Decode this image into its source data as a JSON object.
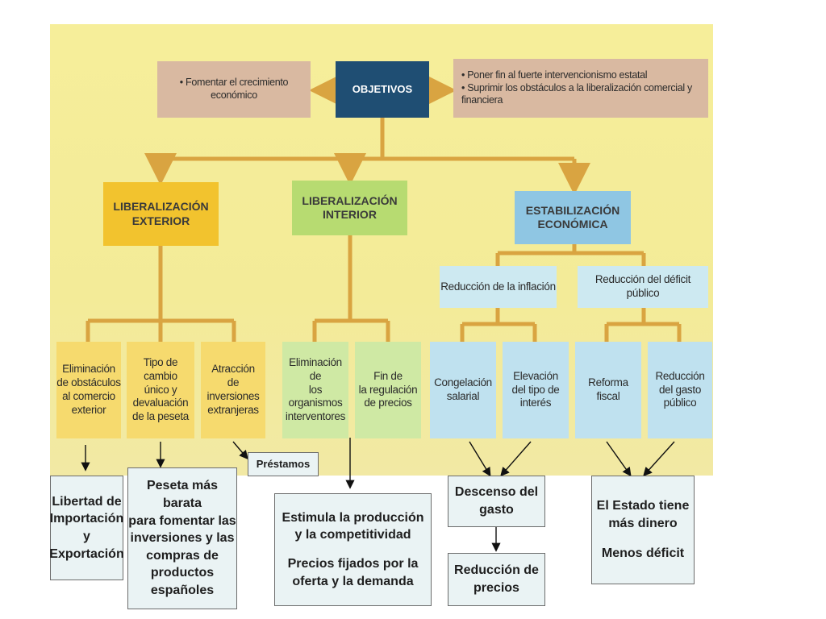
{
  "objetivos": {
    "title": "OBJETIVOS",
    "left_goal": "• Fomentar el crecimiento económico",
    "right_goals": [
      "• Poner fin al fuerte intervencionismo estatal",
      "• Suprimir los obstáculos a la liberalización comercial y financiera"
    ]
  },
  "categories": {
    "exterior": [
      "LIBERALIZACIÓN",
      "EXTERIOR"
    ],
    "interior": [
      "LIBERALIZACIÓN",
      "INTERIOR"
    ],
    "estabilizacion": [
      "ESTABILIZACIÓN",
      "ECONÓMICA"
    ]
  },
  "subcategories": {
    "inflacion": "Reducción de la inflación",
    "deficit": "Reducción del déficit público"
  },
  "leaves": {
    "obstaculos": [
      "Eliminación",
      "de obstáculos",
      "al comercio",
      "exterior"
    ],
    "tipo_cambio": [
      "Tipo de cambio",
      "único y",
      "devaluación",
      "de la peseta"
    ],
    "inversiones": [
      "Atracción",
      "de inversiones",
      "extranjeras"
    ],
    "organismos": [
      "Eliminación de",
      "los organismos",
      "interventores"
    ],
    "regulacion": [
      "Fin de",
      "la regulación",
      "de precios"
    ],
    "congelacion": [
      "Congelación",
      "salarial"
    ],
    "interes": [
      "Elevación",
      "del tipo de",
      "interés"
    ],
    "reforma": [
      "Reforma",
      "fiscal"
    ],
    "gasto_publico": [
      "Reducción",
      "del gasto",
      "público"
    ]
  },
  "notes": {
    "prestamos": "Préstamos",
    "libertad": [
      "Libertad de",
      "Importación",
      "y",
      "Exportación"
    ],
    "peseta": [
      "Peseta más barata",
      "para fomentar las",
      "inversiones y las",
      "compras  de",
      "productos",
      "españoles"
    ],
    "estimula": [
      "Estimula la producción",
      "y la competitividad"
    ],
    "precios_fijados": [
      "Precios fijados por la",
      "oferta y la demanda"
    ],
    "descenso": [
      "Descenso del",
      "gasto"
    ],
    "reduccion_precios": [
      "Reducción de",
      "precios"
    ],
    "estado": [
      "El Estado tiene",
      "más dinero"
    ],
    "menos_deficit": "Menos déficit"
  },
  "colors": {
    "panel": "#f4ec9c",
    "connector": "#d9a441",
    "objetivos": "#1f4e73",
    "exterior": "#f2c32e",
    "interior": "#b7db71",
    "estabilizacion": "#8fc6e3"
  }
}
